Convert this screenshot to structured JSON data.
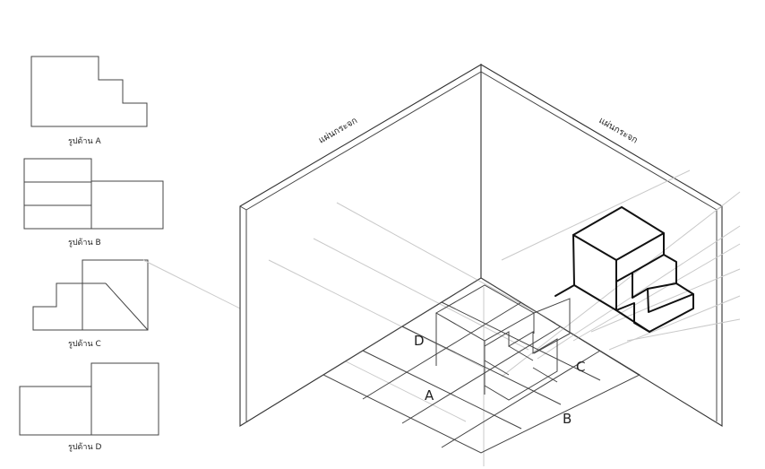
{
  "views": [
    {
      "id": "A",
      "caption": "รูปด้าน A"
    },
    {
      "id": "B",
      "caption": "รูปด้าน B"
    },
    {
      "id": "C",
      "caption": "รูปด้าน C"
    },
    {
      "id": "D",
      "caption": "รูปด้าน D"
    }
  ],
  "glass_planes": {
    "left": "แผ่นกระจก",
    "right": "แผ่นกระจก"
  },
  "direction_labels": {
    "A": "A",
    "B": "B",
    "C": "C",
    "D": "D"
  }
}
